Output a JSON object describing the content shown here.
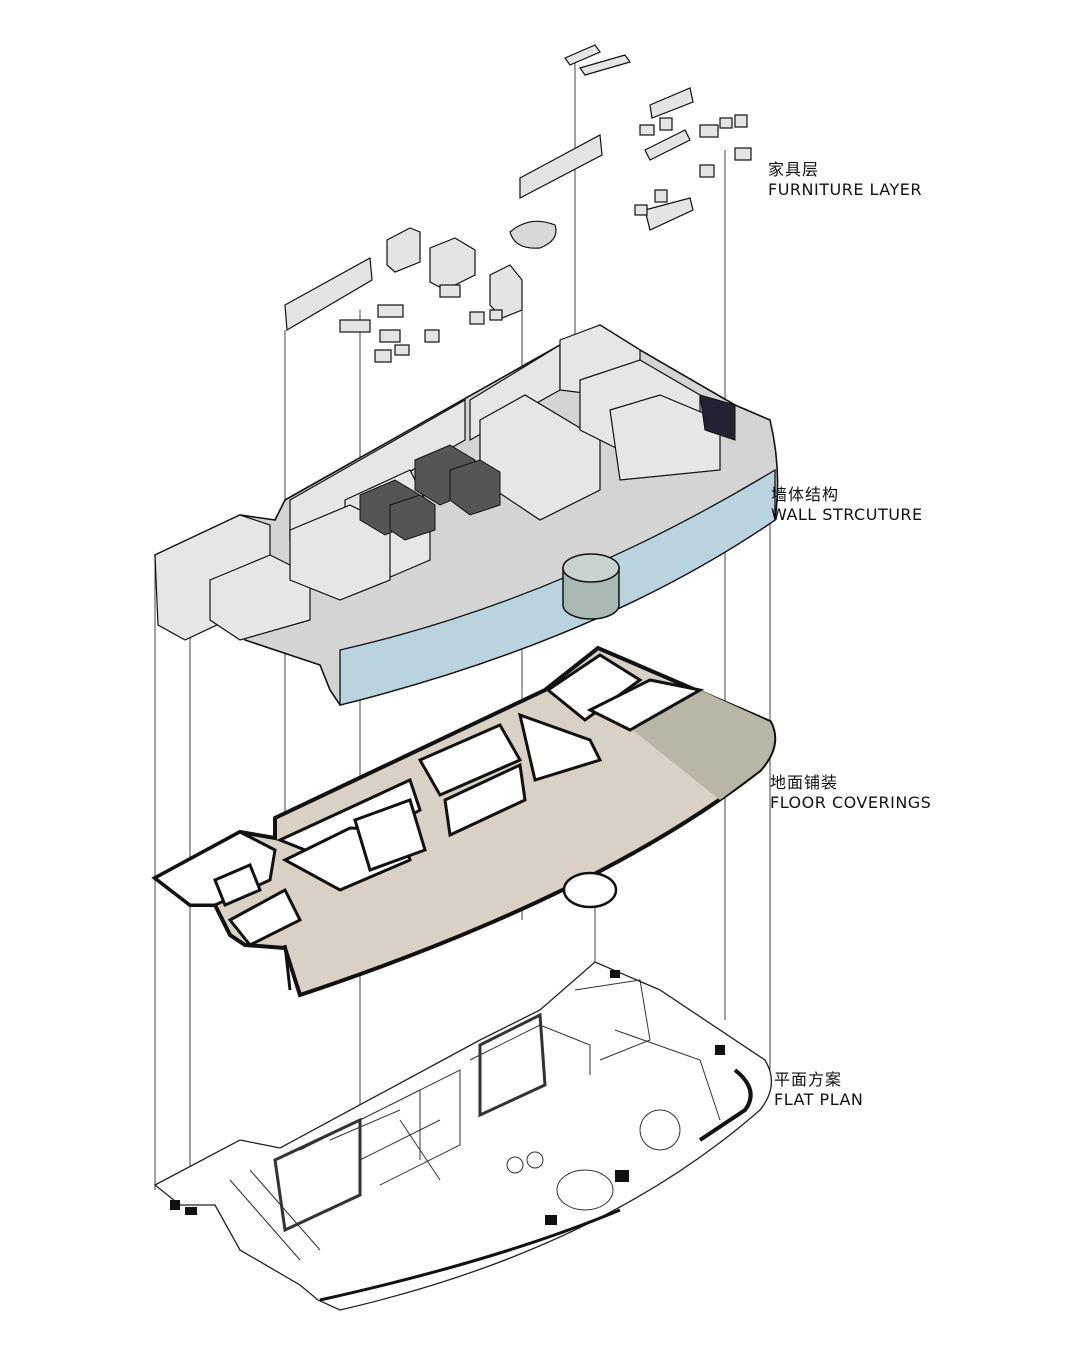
{
  "layers": [
    {
      "cn": "家具层",
      "en": "FURNITURE LAYER"
    },
    {
      "cn": "墙体结构",
      "en": "WALL STRCUTURE"
    },
    {
      "cn": "地面铺装",
      "en": "FLOOR COVERINGS"
    },
    {
      "cn": "平面方案",
      "en": "FLAT PLAN"
    }
  ],
  "colors": {
    "line": "#111111",
    "wall_fill": "#e6e6e6",
    "wall_floor": "#d4d4d4",
    "glass": "#b9d3df",
    "stone": "#d9d1c5",
    "stone_dark": "#b9b6a8",
    "guide": "#444444"
  }
}
